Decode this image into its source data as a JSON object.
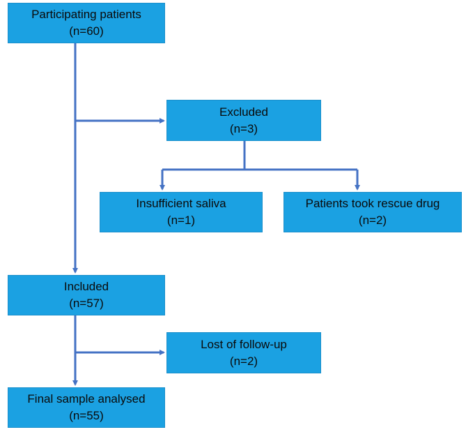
{
  "colors": {
    "box_fill": "#1ba1e2",
    "arrow": "#4472c4",
    "text": "#0a0a0a"
  },
  "boxes": {
    "participating": {
      "title": "Participating patients",
      "count": "(n=60)"
    },
    "excluded": {
      "title": "Excluded",
      "count": "(n=3)"
    },
    "insufficient_saliva": {
      "title": "Insufficient saliva",
      "count": "(n=1)"
    },
    "rescue_drug": {
      "title": "Patients took rescue drug",
      "count": "(n=2)"
    },
    "included": {
      "title": "Included",
      "count": "(n=57)"
    },
    "lost_followup": {
      "title": "Lost of follow-up",
      "count": "(n=2)"
    },
    "final_sample": {
      "title": "Final sample analysed",
      "count": "(n=55)"
    }
  }
}
